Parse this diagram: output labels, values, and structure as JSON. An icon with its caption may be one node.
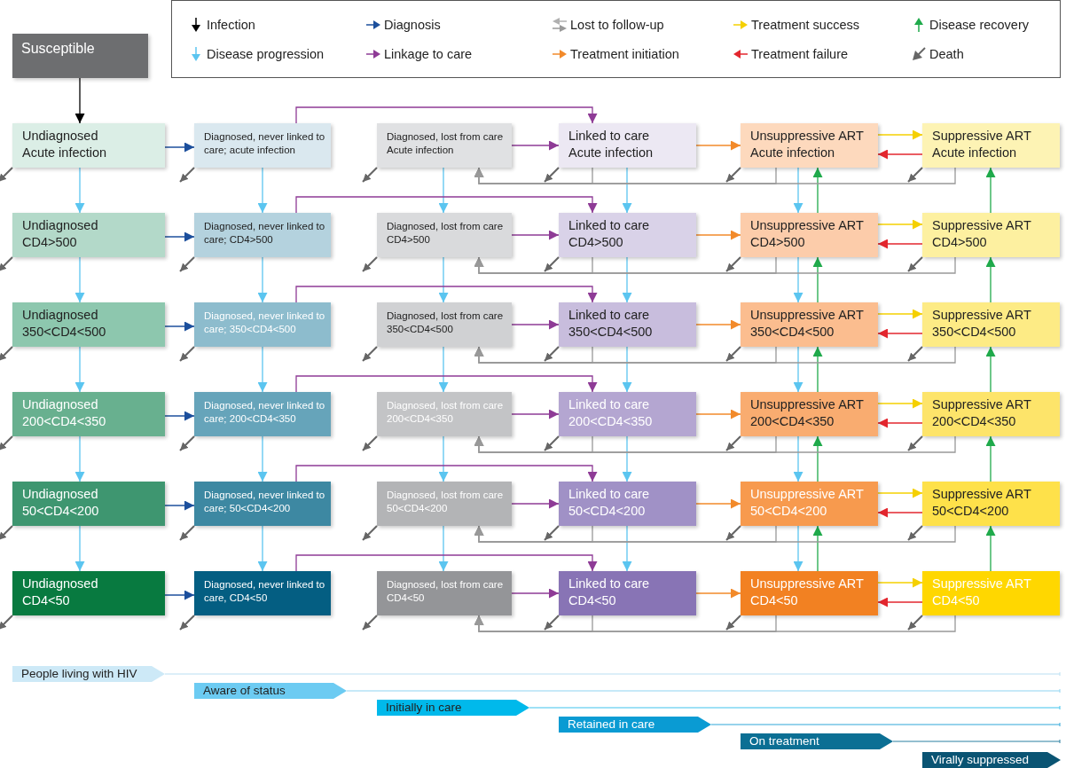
{
  "diagram": {
    "nodes": [
      {
        "text": [
          "Susceptible"
        ]
      },
      {
        "text": [
          "Undiagnosed Acute infection"
        ]
      },
      {
        "text": [
          "Diagnosed, never linked to care; acute infection"
        ]
      },
      {
        "text": [
          "Diagnosed, lost from care Acute infection"
        ]
      },
      {
        "text": [
          "Linked to care Acute infection"
        ]
      },
      {
        "text": [
          "Unsuppressive ART Acute infection"
        ]
      },
      {
        "text": [
          "Suppressive ART Acute infection"
        ]
      },
      {
        "text": [
          "Undiagnosed CD4>500"
        ]
      },
      {
        "text": [
          "Diagnosed, never linked to care; CD4>500"
        ]
      },
      {
        "text": [
          "Diagnosed, lost from care CD4>500"
        ]
      },
      {
        "text": [
          "Linked to care CD4>500"
        ]
      },
      {
        "text": [
          "Unsuppressive ART CD4>500"
        ]
      },
      {
        "text": [
          "Suppressive ART CD4>500"
        ]
      },
      {
        "text": [
          "Undiagnosed 350<CD4<500"
        ]
      },
      {
        "text": [
          "Diagnosed, never linked to care; 350<CD4<500"
        ]
      },
      {
        "text": [
          "Diagnosed, lost from care 350<CD4<500"
        ]
      },
      {
        "text": [
          "Linked to care 350<CD4<500"
        ]
      },
      {
        "text": [
          "Unsuppressive ART 350<CD4<500"
        ]
      },
      {
        "text": [
          "Suppressive ART 350<CD4<500"
        ]
      },
      {
        "text": [
          "Undiagnosed 200<CD4<350"
        ]
      },
      {
        "text": [
          "Diagnosed, never linked to care; 200<CD4<350"
        ]
      },
      {
        "text": [
          "Diagnosed, lost from care 200<CD4<350"
        ]
      },
      {
        "text": [
          "Linked to care 200<CD4<350"
        ]
      },
      {
        "text": [
          "Unsuppressive ART 200<CD4<350"
        ]
      },
      {
        "text": [
          "Suppressive ART 200<CD4<350"
        ]
      },
      {
        "text": [
          "Undiagnosed 50<CD4<200"
        ]
      },
      {
        "text": [
          "Diagnosed, never linked to care; 50<CD4<200"
        ]
      },
      {
        "text": [
          "Diagnosed, lost from care 50<CD4<200"
        ]
      },
      {
        "text": [
          "Linked to care 50<CD4<200"
        ]
      },
      {
        "text": [
          "Unsuppressive ART 50<CD4<200"
        ]
      },
      {
        "text": [
          "Suppressive ART 50<CD4<200"
        ]
      },
      {
        "text": [
          "Undiagnosed CD4<50"
        ]
      },
      {
        "text": [
          "Diagnosed, never linked to care, CD4<50"
        ]
      },
      {
        "text": [
          "Diagnosed, lost from care CD4<50"
        ]
      },
      {
        "text": [
          "Linked to care CD4<50"
        ]
      },
      {
        "text": [
          "Unsuppressive ART CD4<50"
        ]
      },
      {
        "text": [
          "Suppressive ART CD4<50"
        ]
      },
      {
        "text": [
          "People living with HIV"
        ]
      },
      {
        "text": [
          "Aware of status"
        ]
      },
      {
        "text": [
          "Initially in care"
        ]
      },
      {
        "text": [
          "Retained in care"
        ]
      },
      {
        "text": [
          "On treatment"
        ]
      },
      {
        "text": [
          "Virally suppressed"
        ]
      }
    ],
    "edges": [
      {
        "from": 0,
        "to": 1,
        "arrow": "to",
        "color": "#000000"
      },
      {
        "from": 1,
        "to": 7,
        "arrow": "to",
        "color": "#5bc5f0"
      },
      {
        "from": 7,
        "to": 13,
        "arrow": "to",
        "color": "#5bc5f0"
      },
      {
        "from": 13,
        "to": 19,
        "arrow": "to",
        "color": "#5bc5f0"
      },
      {
        "from": 19,
        "to": 25,
        "arrow": "to",
        "color": "#5bc5f0"
      },
      {
        "from": 25,
        "to": 31,
        "arrow": "to",
        "color": "#5bc5f0"
      },
      {
        "from": 2,
        "to": 8,
        "arrow": "to",
        "color": "#5bc5f0"
      },
      {
        "from": 8,
        "to": 14,
        "arrow": "to",
        "color": "#5bc5f0"
      },
      {
        "from": 14,
        "to": 20,
        "arrow": "to",
        "color": "#5bc5f0"
      },
      {
        "from": 20,
        "to": 26,
        "arrow": "to",
        "color": "#5bc5f0"
      },
      {
        "from": 26,
        "to": 32,
        "arrow": "to",
        "color": "#5bc5f0"
      },
      {
        "from": 3,
        "to": 9,
        "arrow": "to",
        "color": "#5bc5f0"
      },
      {
        "from": 9,
        "to": 15,
        "arrow": "to",
        "color": "#5bc5f0"
      },
      {
        "from": 15,
        "to": 21,
        "arrow": "to",
        "color": "#5bc5f0"
      },
      {
        "from": 21,
        "to": 27,
        "arrow": "to",
        "color": "#5bc5f0"
      },
      {
        "from": 27,
        "to": 33,
        "arrow": "to",
        "color": "#5bc5f0"
      },
      {
        "from": 4,
        "to": 10,
        "arrow": "to",
        "color": "#5bc5f0"
      },
      {
        "from": 10,
        "to": 16,
        "arrow": "to",
        "color": "#5bc5f0"
      },
      {
        "from": 16,
        "to": 22,
        "arrow": "to",
        "color": "#5bc5f0"
      },
      {
        "from": 22,
        "to": 28,
        "arrow": "to",
        "color": "#5bc5f0"
      },
      {
        "from": 28,
        "to": 34,
        "arrow": "to",
        "color": "#5bc5f0"
      },
      {
        "from": 5,
        "to": 11,
        "arrow": "to",
        "color": "#5bc5f0"
      },
      {
        "from": 11,
        "to": 17,
        "arrow": "to",
        "color": "#5bc5f0"
      },
      {
        "from": 17,
        "to": 23,
        "arrow": "to",
        "color": "#5bc5f0"
      },
      {
        "from": 23,
        "to": 29,
        "arrow": "to",
        "color": "#5bc5f0"
      },
      {
        "from": 29,
        "to": 35,
        "arrow": "to",
        "color": "#5bc5f0"
      },
      {
        "from": 11,
        "to": 5,
        "arrow": "to",
        "color": "#1faa4b"
      },
      {
        "from": 17,
        "to": 11,
        "arrow": "to",
        "color": "#1faa4b"
      },
      {
        "from": 23,
        "to": 17,
        "arrow": "to",
        "color": "#1faa4b"
      },
      {
        "from": 29,
        "to": 23,
        "arrow": "to",
        "color": "#1faa4b"
      },
      {
        "from": 35,
        "to": 29,
        "arrow": "to",
        "color": "#1faa4b"
      },
      {
        "from": 12,
        "to": 6,
        "arrow": "to",
        "color": "#1faa4b"
      },
      {
        "from": 18,
        "to": 12,
        "arrow": "to",
        "color": "#1faa4b"
      },
      {
        "from": 24,
        "to": 18,
        "arrow": "to",
        "color": "#1faa4b"
      },
      {
        "from": 30,
        "to": 24,
        "arrow": "to",
        "color": "#1faa4b"
      },
      {
        "from": 36,
        "to": 30,
        "arrow": "to",
        "color": "#1faa4b"
      },
      {
        "from": 1,
        "to": 2,
        "arrow": "to",
        "color": "#1c4f9c"
      },
      {
        "from": 2,
        "to": 4,
        "arrow": "to",
        "color": "#8e3b96"
      },
      {
        "from": 3,
        "to": 4,
        "arrow": "to",
        "color": "#8e3b96"
      },
      {
        "from": 4,
        "to": 5,
        "arrow": "to",
        "color": "#f28a2a"
      },
      {
        "from": 5,
        "to": 6,
        "arrow": "to",
        "color": "#f5d000"
      },
      {
        "from": 6,
        "to": 5,
        "arrow": "to",
        "color": "#e3262e"
      },
      {
        "from": 4,
        "to": 3,
        "arrow": "to",
        "color": "#999999"
      },
      {
        "from": 5,
        "to": 3,
        "arrow": "to",
        "color": "#999999"
      },
      {
        "from": 6,
        "to": 3,
        "arrow": "to",
        "color": "#999999"
      },
      {
        "from": 7,
        "to": 8,
        "arrow": "to",
        "color": "#1c4f9c"
      },
      {
        "from": 8,
        "to": 10,
        "arrow": "to",
        "color": "#8e3b96"
      },
      {
        "from": 9,
        "to": 10,
        "arrow": "to",
        "color": "#8e3b96"
      },
      {
        "from": 10,
        "to": 11,
        "arrow": "to",
        "color": "#f28a2a"
      },
      {
        "from": 11,
        "to": 12,
        "arrow": "to",
        "color": "#f5d000"
      },
      {
        "from": 12,
        "to": 11,
        "arrow": "to",
        "color": "#e3262e"
      },
      {
        "from": 10,
        "to": 9,
        "arrow": "to",
        "color": "#999999"
      },
      {
        "from": 11,
        "to": 9,
        "arrow": "to",
        "color": "#999999"
      },
      {
        "from": 12,
        "to": 9,
        "arrow": "to",
        "color": "#999999"
      },
      {
        "from": 13,
        "to": 14,
        "arrow": "to",
        "color": "#1c4f9c"
      },
      {
        "from": 14,
        "to": 16,
        "arrow": "to",
        "color": "#8e3b96"
      },
      {
        "from": 15,
        "to": 16,
        "arrow": "to",
        "color": "#8e3b96"
      },
      {
        "from": 16,
        "to": 17,
        "arrow": "to",
        "color": "#f28a2a"
      },
      {
        "from": 17,
        "to": 18,
        "arrow": "to",
        "color": "#f5d000"
      },
      {
        "from": 18,
        "to": 17,
        "arrow": "to",
        "color": "#e3262e"
      },
      {
        "from": 16,
        "to": 15,
        "arrow": "to",
        "color": "#999999"
      },
      {
        "from": 17,
        "to": 15,
        "arrow": "to",
        "color": "#999999"
      },
      {
        "from": 18,
        "to": 15,
        "arrow": "to",
        "color": "#999999"
      },
      {
        "from": 19,
        "to": 20,
        "arrow": "to",
        "color": "#1c4f9c"
      },
      {
        "from": 20,
        "to": 22,
        "arrow": "to",
        "color": "#8e3b96"
      },
      {
        "from": 21,
        "to": 22,
        "arrow": "to",
        "color": "#8e3b96"
      },
      {
        "from": 22,
        "to": 23,
        "arrow": "to",
        "color": "#f28a2a"
      },
      {
        "from": 23,
        "to": 24,
        "arrow": "to",
        "color": "#f5d000"
      },
      {
        "from": 24,
        "to": 23,
        "arrow": "to",
        "color": "#e3262e"
      },
      {
        "from": 22,
        "to": 21,
        "arrow": "to",
        "color": "#999999"
      },
      {
        "from": 23,
        "to": 21,
        "arrow": "to",
        "color": "#999999"
      },
      {
        "from": 24,
        "to": 21,
        "arrow": "to",
        "color": "#999999"
      },
      {
        "from": 25,
        "to": 26,
        "arrow": "to",
        "color": "#1c4f9c"
      },
      {
        "from": 26,
        "to": 28,
        "arrow": "to",
        "color": "#8e3b96"
      },
      {
        "from": 27,
        "to": 28,
        "arrow": "to",
        "color": "#8e3b96"
      },
      {
        "from": 28,
        "to": 29,
        "arrow": "to",
        "color": "#f28a2a"
      },
      {
        "from": 29,
        "to": 30,
        "arrow": "to",
        "color": "#f5d000"
      },
      {
        "from": 30,
        "to": 29,
        "arrow": "to",
        "color": "#e3262e"
      },
      {
        "from": 28,
        "to": 27,
        "arrow": "to",
        "color": "#999999"
      },
      {
        "from": 29,
        "to": 27,
        "arrow": "to",
        "color": "#999999"
      },
      {
        "from": 30,
        "to": 27,
        "arrow": "to",
        "color": "#999999"
      },
      {
        "from": 31,
        "to": 32,
        "arrow": "to",
        "color": "#1c4f9c"
      },
      {
        "from": 32,
        "to": 34,
        "arrow": "to",
        "color": "#8e3b96"
      },
      {
        "from": 33,
        "to": 34,
        "arrow": "to",
        "color": "#8e3b96"
      },
      {
        "from": 34,
        "to": 35,
        "arrow": "to",
        "color": "#f28a2a"
      },
      {
        "from": 35,
        "to": 36,
        "arrow": "to",
        "color": "#f5d000"
      },
      {
        "from": 36,
        "to": 35,
        "arrow": "to",
        "color": "#e3262e"
      },
      {
        "from": 34,
        "to": 33,
        "arrow": "to",
        "color": "#999999"
      },
      {
        "from": 35,
        "to": 33,
        "arrow": "to",
        "color": "#999999"
      },
      {
        "from": 36,
        "to": 33,
        "arrow": "to",
        "color": "#999999"
      },
      {
        "from": 1,
        "to": null,
        "arrow": "to",
        "color": "#666666"
      },
      {
        "from": 2,
        "to": null,
        "arrow": "to",
        "color": "#666666"
      },
      {
        "from": 3,
        "to": null,
        "arrow": "to",
        "color": "#666666"
      },
      {
        "from": 4,
        "to": null,
        "arrow": "to",
        "color": "#666666"
      },
      {
        "from": 5,
        "to": null,
        "arrow": "to",
        "color": "#666666"
      },
      {
        "from": 6,
        "to": null,
        "arrow": "to",
        "color": "#666666"
      },
      {
        "from": 7,
        "to": null,
        "arrow": "to",
        "color": "#666666"
      },
      {
        "from": 8,
        "to": null,
        "arrow": "to",
        "color": "#666666"
      },
      {
        "from": 9,
        "to": null,
        "arrow": "to",
        "color": "#666666"
      },
      {
        "from": 10,
        "to": null,
        "arrow": "to",
        "color": "#666666"
      },
      {
        "from": 11,
        "to": null,
        "arrow": "to",
        "color": "#666666"
      },
      {
        "from": 12,
        "to": null,
        "arrow": "to",
        "color": "#666666"
      },
      {
        "from": 13,
        "to": null,
        "arrow": "to",
        "color": "#666666"
      },
      {
        "from": 14,
        "to": null,
        "arrow": "to",
        "color": "#666666"
      },
      {
        "from": 15,
        "to": null,
        "arrow": "to",
        "color": "#666666"
      },
      {
        "from": 16,
        "to": null,
        "arrow": "to",
        "color": "#666666"
      },
      {
        "from": 17,
        "to": null,
        "arrow": "to",
        "color": "#666666"
      },
      {
        "from": 18,
        "to": null,
        "arrow": "to",
        "color": "#666666"
      },
      {
        "from": 19,
        "to": null,
        "arrow": "to",
        "color": "#666666"
      },
      {
        "from": 20,
        "to": null,
        "arrow": "to",
        "color": "#666666"
      },
      {
        "from": 21,
        "to": null,
        "arrow": "to",
        "color": "#666666"
      },
      {
        "from": 22,
        "to": null,
        "arrow": "to",
        "color": "#666666"
      },
      {
        "from": 23,
        "to": null,
        "arrow": "to",
        "color": "#666666"
      },
      {
        "from": 24,
        "to": null,
        "arrow": "to",
        "color": "#666666"
      },
      {
        "from": 25,
        "to": null,
        "arrow": "to",
        "color": "#666666"
      },
      {
        "from": 26,
        "to": null,
        "arrow": "to",
        "color": "#666666"
      },
      {
        "from": 27,
        "to": null,
        "arrow": "to",
        "color": "#666666"
      },
      {
        "from": 28,
        "to": null,
        "arrow": "to",
        "color": "#666666"
      },
      {
        "from": 29,
        "to": null,
        "arrow": "to",
        "color": "#666666"
      },
      {
        "from": 30,
        "to": null,
        "arrow": "to",
        "color": "#666666"
      },
      {
        "from": 31,
        "to": null,
        "arrow": "to",
        "color": "#666666"
      },
      {
        "from": 32,
        "to": null,
        "arrow": "to",
        "color": "#666666"
      },
      {
        "from": 33,
        "to": null,
        "arrow": "to",
        "color": "#666666"
      },
      {
        "from": 34,
        "to": null,
        "arrow": "to",
        "color": "#666666"
      },
      {
        "from": 35,
        "to": null,
        "arrow": "to",
        "color": "#666666"
      },
      {
        "from": 36,
        "to": null,
        "arrow": "to",
        "color": "#666666"
      }
    ],
    "legend": [
      {
        "text": "Infection"
      },
      {
        "text": "Diagnosis"
      },
      {
        "text": "Lost to follow-up"
      },
      {
        "text": "Treatment success"
      },
      {
        "text": "Disease recovery"
      },
      {
        "text": "Disease progression"
      },
      {
        "text": "Linkage to care"
      },
      {
        "text": "Treatment initiation"
      },
      {
        "text": "Treatment failure"
      },
      {
        "text": "Death"
      }
    ]
  }
}
